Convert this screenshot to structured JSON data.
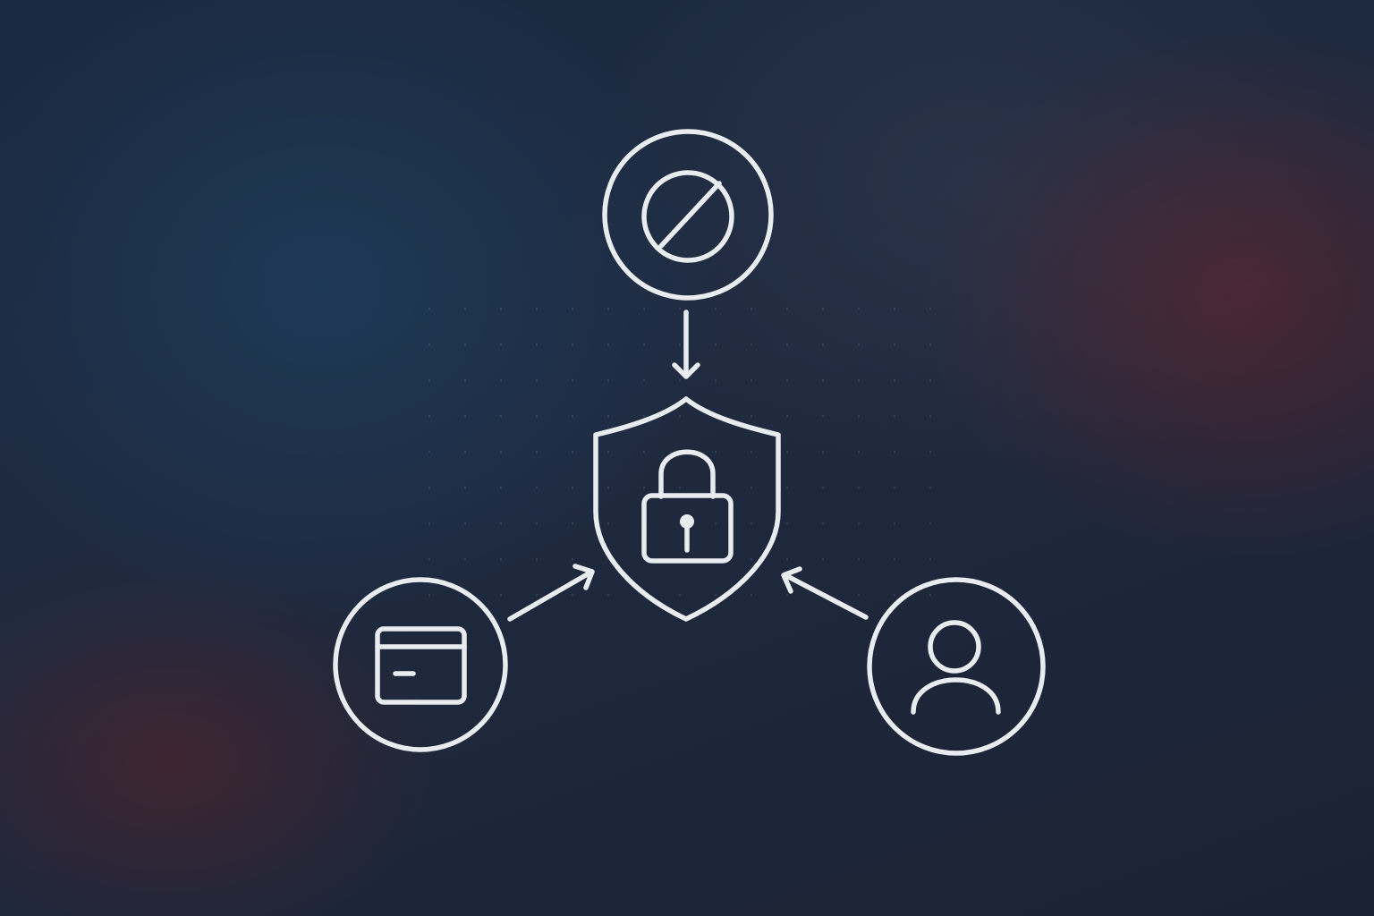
{
  "colors": {
    "stroke": "#e9ecef",
    "background": "#1d2a3e",
    "accent_glow": "#6e242a"
  },
  "nodes": [
    {
      "id": "blocked",
      "icon": "prohibited-icon",
      "shape": "circle"
    },
    {
      "id": "security",
      "icon": "lock-icon",
      "shape": "shield"
    },
    {
      "id": "card",
      "icon": "credit-card-icon",
      "shape": "circle"
    },
    {
      "id": "user",
      "icon": "user-icon",
      "shape": "circle"
    }
  ],
  "edges": [
    {
      "from": "blocked",
      "to": "security"
    },
    {
      "from": "card",
      "to": "security"
    },
    {
      "from": "user",
      "to": "security"
    }
  ]
}
